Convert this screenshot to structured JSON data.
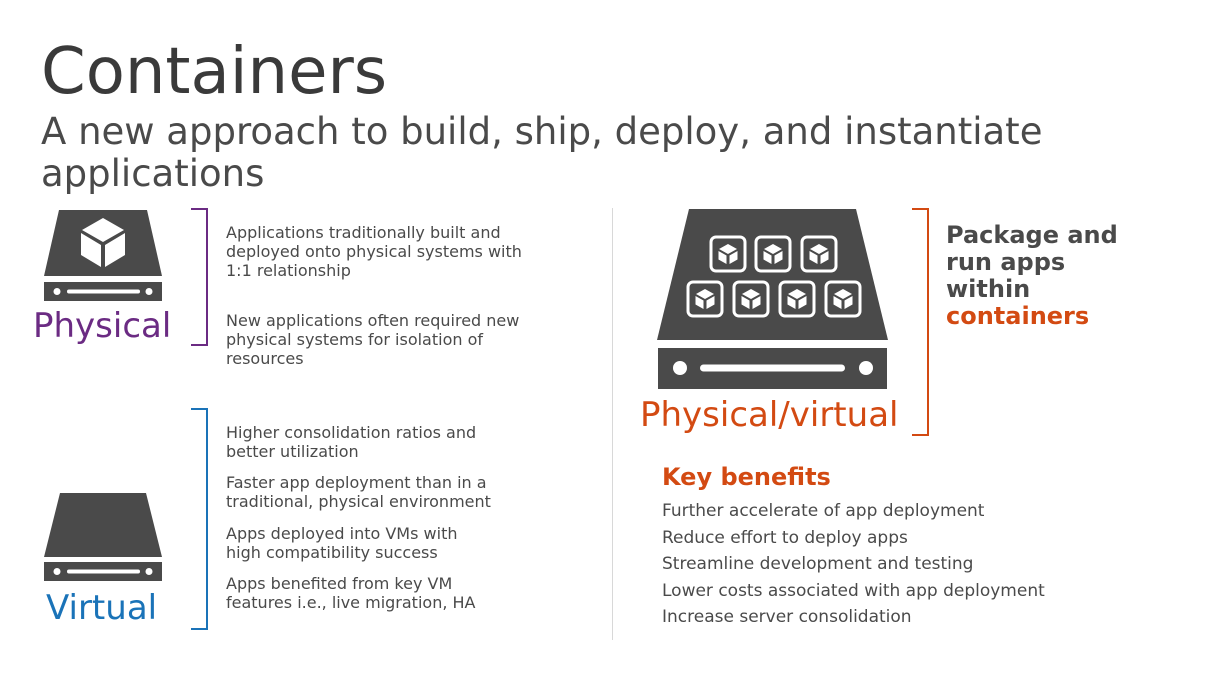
{
  "title": "Containers",
  "subtitle": "A new approach to build, ship, deploy, and instantiate applications",
  "physical": {
    "label": "Physical",
    "icon": "server-with-cube-icon",
    "color": "#6b2b83",
    "paragraphs": [
      "Applications traditionally built and deployed onto physical systems with\n1:1 relationship",
      "New applications often required new physical systems for isolation of resources"
    ]
  },
  "virtual": {
    "label": "Virtual",
    "icon": "server-icon",
    "color": "#1a73b8",
    "paragraphs": [
      "Higher consolidation ratios and better utilization",
      "Faster app deployment than in a traditional, physical environment",
      "Apps deployed into VMs with high compatibility success",
      "Apps benefited from key VM features i.e., live migration, HA"
    ]
  },
  "containers": {
    "label": "Physical/virtual",
    "icon": "server-with-many-containers-icon",
    "color": "#d34a12",
    "package_text": "Package and run apps within",
    "package_accent": "containers"
  },
  "key_benefits": {
    "title": "Key benefits",
    "items": [
      "Further accelerate of app deployment",
      "Reduce effort to deploy apps",
      "Streamline development and testing",
      "Lower costs associated with app deployment",
      "Increase server consolidation"
    ]
  }
}
